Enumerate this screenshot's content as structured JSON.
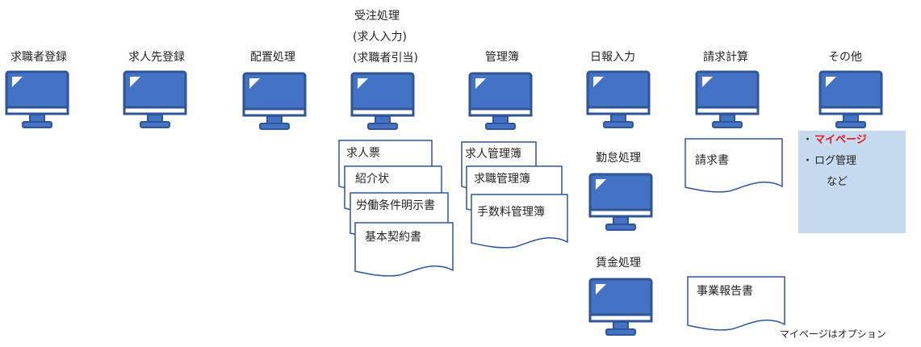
{
  "processes": [
    {
      "key": "kyushokusha",
      "label": "求職者登録"
    },
    {
      "key": "kyujinsaki",
      "label": "求人先登録"
    },
    {
      "key": "haichi",
      "label": "配置処理"
    },
    {
      "key": "juchu",
      "label_lines": [
        "受注処理",
        "(求人入力)",
        "(求職者引当)"
      ]
    },
    {
      "key": "kanribo",
      "label": "管理簿"
    },
    {
      "key": "nippo",
      "label": "日報入力"
    },
    {
      "key": "seikyu",
      "label": "請求計算"
    },
    {
      "key": "sonota",
      "label": "その他"
    },
    {
      "key": "kintai",
      "label": "勤怠処理"
    },
    {
      "key": "chingin",
      "label": "賃金処理"
    }
  ],
  "documents": {
    "juchu": [
      "求人票",
      "紹介状",
      "労働条件明示書",
      "基本契約書"
    ],
    "kanribo": [
      "求人管理簿",
      "求職管理簿",
      "手数料管理簿"
    ],
    "seikyu": [
      "請求書"
    ],
    "chingin": [
      "事業報告書"
    ]
  },
  "other_box": {
    "items": [
      {
        "bullet": "・",
        "text": "マイページ"
      },
      {
        "bullet": "・",
        "text": "ログ管理"
      }
    ],
    "etc": "など"
  },
  "note": "マイページはオプション",
  "colors": {
    "monitor_fill": "#4472c4",
    "monitor_border": "#2f5597",
    "other_box_bg": "#c5d9ef",
    "highlight": "#e8191e"
  }
}
